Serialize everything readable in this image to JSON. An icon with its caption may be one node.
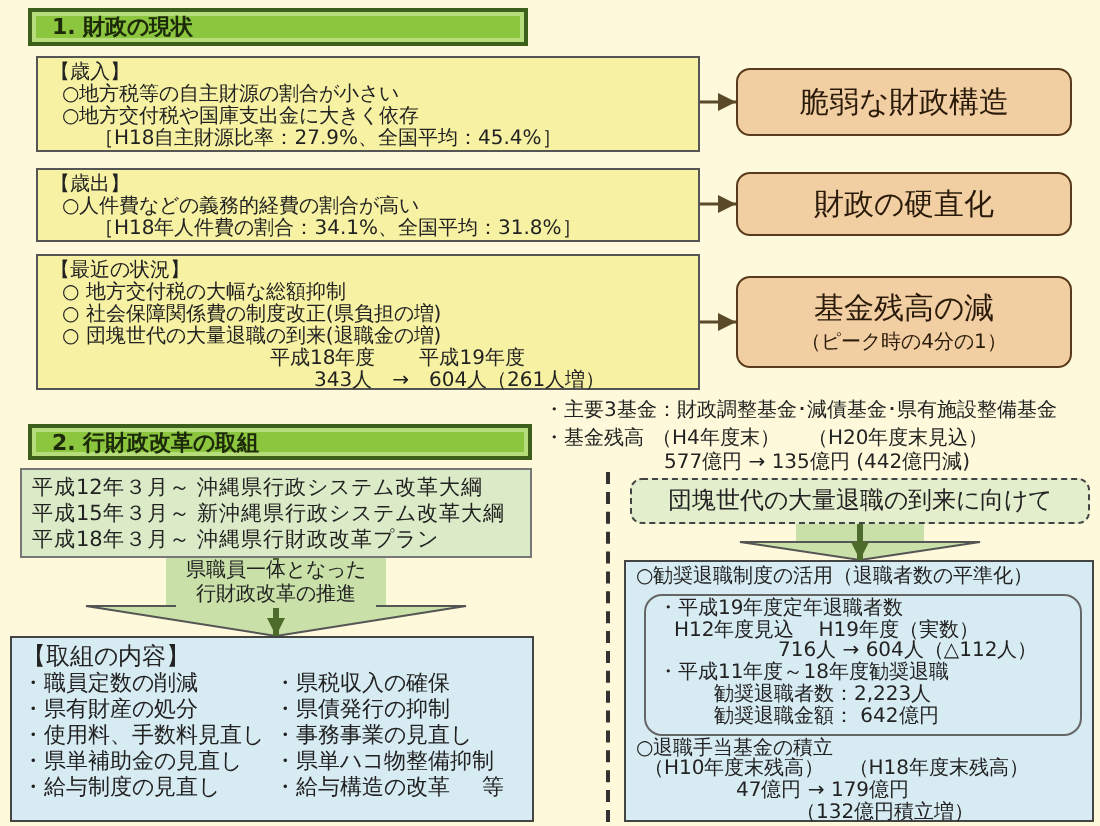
{
  "diagram": {
    "nodes": [
      {
        "text": [
          "1. 財政の現状"
        ]
      },
      {
        "text": [
          "【歳入】",
          "○地方税等の自主財源の割合が小さい",
          "○地方交付税や国庫支出金に大きく依存",
          "［H18自主財源比率：27.9%、全国平均：45.4%］"
        ]
      },
      {
        "text": [
          "脆弱な財政構造"
        ]
      },
      {
        "text": [
          "【歳出】",
          "○人件費などの義務的経費の割合が高い",
          "［H18年人件費の割合：34.1%、全国平均：31.8%］"
        ]
      },
      {
        "text": [
          "財政の硬直化"
        ]
      },
      {
        "text": [
          "【最近の状況】",
          "○ 地方交付税の大幅な総額抑制",
          "○ 社会保障関係費の制度改正(県負担の増)",
          "○ 団塊世代の大量退職の到来(退職金の増)",
          "平成18年度",
          "平成19年度",
          "343人　→　604人（261人増）"
        ]
      },
      {
        "text": [
          "基金残高の減",
          "（ピーク時の4分の1）"
        ]
      },
      {
        "text": [
          "2. 行財政改革の取組"
        ]
      },
      {
        "text": [
          "平成12年３月～ 沖縄県行政システム改革大綱",
          "平成15年３月～ 新沖縄県行政システム改革大綱",
          "平成18年３月～ 沖縄県行財政改革プラン"
        ]
      },
      {
        "text": [
          "【取組の内容】",
          "・職員定数の削減",
          "・県税収入の確保",
          "・県有財産の処分",
          "・県債発行の抑制",
          "・使用料、手数料見直し",
          "・事務事業の見直し",
          "・県単補助金の見直し",
          "・県単ハコ物整備抑制",
          "・給与制度の見直し",
          "・給与構造の改革",
          "等"
        ]
      },
      {
        "text": [
          "団塊世代の大量退職の到来に向けて"
        ]
      },
      {
        "text": [
          "○勧奨退職制度の活用（退職者数の平準化）",
          "○退職手当基金の積立",
          "（H10年度末残高）",
          "（H18年度末残高）",
          "47億円 → 179億円",
          "（132億円積立増）"
        ]
      },
      {
        "text": [
          "・平成19年度定年退職者数",
          "H12年度見込",
          "H19年度（実数）",
          "716人 → 604人（△112人）",
          "・平成11年度～18年度勧奨退職",
          "勧奨退職者数：2,223人",
          "勧奨退職金額： 642億円"
        ],
        "in": 11
      }
    ],
    "edges": [
      {
        "from": 1,
        "to": 2,
        "arrow": "to"
      },
      {
        "from": 3,
        "to": 4,
        "arrow": "to"
      },
      {
        "from": 5,
        "to": 6,
        "arrow": "to"
      },
      {
        "from": 8,
        "to": 9,
        "arrow": "to",
        "label": "県職員一体となった行財政改革の推進",
        "style": "thick",
        "color": "#4d6b2a"
      },
      {
        "from": 10,
        "to": 11,
        "arrow": "to",
        "style": "thick",
        "color": "#4d6b2a"
      }
    ],
    "labels": [
      "・主要3基金：財政調整基金･減債基金･県有施設整備基金",
      "・基金残高",
      "（H4年度末）",
      "（H20年度末見込）",
      "577億円 → 135億円 (442億円減)"
    ]
  }
}
